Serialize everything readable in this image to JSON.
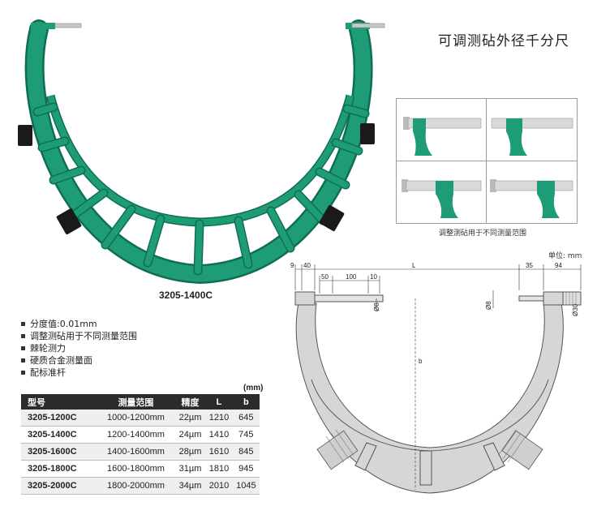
{
  "title": "可调测砧外径千分尺",
  "model_caption": "3205-1400C",
  "inset_caption": "调整测砧用于不同测量范围",
  "unit_note": "单位: mm",
  "features": [
    "分度值:0.01mm",
    "调整测砧用于不同测量范围",
    "棘轮测力",
    "硬质合金测量面",
    "配标准杆"
  ],
  "table": {
    "unit": "(mm)",
    "headers": [
      "型号",
      "测量范围",
      "精度",
      "L",
      "b"
    ],
    "rows": [
      [
        "3205-1200C",
        "1000-1200mm",
        "22µm",
        "1210",
        "645"
      ],
      [
        "3205-1400C",
        "1200-1400mm",
        "24µm",
        "1410",
        "745"
      ],
      [
        "3205-1600C",
        "1400-1600mm",
        "28µm",
        "1610",
        "845"
      ],
      [
        "3205-1800C",
        "1600-1800mm",
        "31µm",
        "1810",
        "945"
      ],
      [
        "3205-2000C",
        "1800-2000mm",
        "34µm",
        "2010",
        "1045"
      ]
    ]
  },
  "drawing": {
    "dim_9": "9",
    "dim_40": "40",
    "dim_L": "L",
    "dim_35": "35",
    "dim_94": "94",
    "dim_50": "50",
    "dim_100": "100",
    "dim_10": "10",
    "dia_anvil": "Ø8",
    "dia_spindle": "Ø8",
    "dia_thimble": "Ø30",
    "dim_b": "b"
  },
  "colors": {
    "frame_green": "#1e9c78",
    "frame_dark": "#0f6e52",
    "drawing_gray": "#d6d6d6"
  }
}
